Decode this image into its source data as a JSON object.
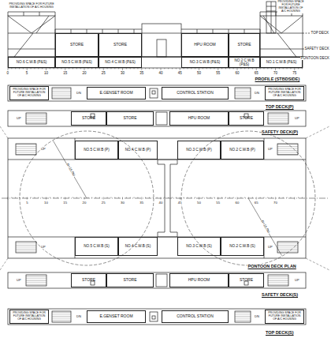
{
  "diagram": {
    "nodes": [
      {
        "text": [
          "STORE"
        ]
      },
      {
        "text": [
          "STORE"
        ]
      },
      {
        "text": [
          "HPU ROOM"
        ]
      },
      {
        "text": [
          "STORE"
        ]
      },
      {
        "text": [
          "NO.6 C.W.B (P&S)"
        ]
      },
      {
        "text": [
          "NO.5 C.W.B (P&S)"
        ]
      },
      {
        "text": [
          "NO.4 C.W.B (P&S)"
        ]
      },
      {
        "text": [
          "NO.3 C.W.B (P&S)"
        ]
      },
      {
        "text": [
          "NO.2 C.W.B (P&S)"
        ]
      },
      {
        "text": [
          "NO.1 C.W.B (P&S)"
        ]
      },
      {
        "text": [
          "PROVIDING SPACE FOR FUTURE INSTALLATION OF A/C HOUSING"
        ]
      },
      {
        "text": [
          "E.GENSET ROOM"
        ]
      },
      {
        "text": [
          "CONTROL STATION"
        ]
      },
      {
        "text": [
          "PROVIDING SPACE FOR FUTURE INSTALLATION OF A/C HOUSING"
        ]
      },
      {
        "text": [
          "STORE"
        ]
      },
      {
        "text": [
          "STORE"
        ]
      },
      {
        "text": [
          "HPU ROOM"
        ]
      },
      {
        "text": [
          "STORE"
        ]
      },
      {
        "text": [
          "NO.5 C.W.B (P)"
        ]
      },
      {
        "text": [
          "NO.4 C.W.B (P)"
        ]
      },
      {
        "text": [
          "NO.3 C.W.B (P)"
        ]
      },
      {
        "text": [
          "NO.2 C.W.B (P)"
        ]
      },
      {
        "text": [
          "NO.5 C.W.B (S)"
        ]
      },
      {
        "text": [
          "NO.4 C.W.B (S)"
        ]
      },
      {
        "text": [
          "NO.3 C.W.B (S)"
        ]
      },
      {
        "text": [
          "NO.2 C.W.B (S)"
        ]
      },
      {
        "text": [
          "STORE"
        ]
      },
      {
        "text": [
          "STORE"
        ]
      },
      {
        "text": [
          "HPU ROOM"
        ]
      },
      {
        "text": [
          "STORE"
        ]
      },
      {
        "text": [
          "PROVIDING SPACE FOR FUTURE INSTALLATION OF A/C HOUSING"
        ]
      },
      {
        "text": [
          "E.GENSET ROOM"
        ]
      },
      {
        "text": [
          "CONTROL STATION"
        ]
      },
      {
        "text": [
          "PROVIDING SPACE FOR FUTURE INSTALLATION OF A/C HOUSING"
        ]
      }
    ],
    "labels": [
      "PROVIDING SPACE FOR FUTURE INSTALLATION OF A/C HOUSING",
      "PROVIDING SPACE FOR FUTURE INSTALLATION OF A/C HOUSING",
      "TOP DECK",
      "SAFETY DECK",
      "PONTOON DECK",
      "0",
      "5",
      "10",
      "15",
      "20",
      "25",
      "30",
      "35",
      "40",
      "45",
      "50",
      "55",
      "60",
      "65",
      "70",
      "75",
      "PROFILE (STBDSIDE)",
      "DN",
      "DN",
      "TOP DECK(P)",
      "UP",
      "UP",
      "SAFETY DECK(P)",
      "5",
      "10",
      "15",
      "20",
      "25",
      "30",
      "35",
      "40",
      "45",
      "50",
      "55",
      "60",
      "65",
      "70",
      "R=15.0M",
      "R=15.0M",
      "UP",
      "UP",
      "UP",
      "UP",
      "PONTOON DECK PLAN",
      "UP",
      "UP",
      "SAFETY DECK(S)",
      "DN",
      "DN",
      "TOP DECK(S)"
    ]
  }
}
